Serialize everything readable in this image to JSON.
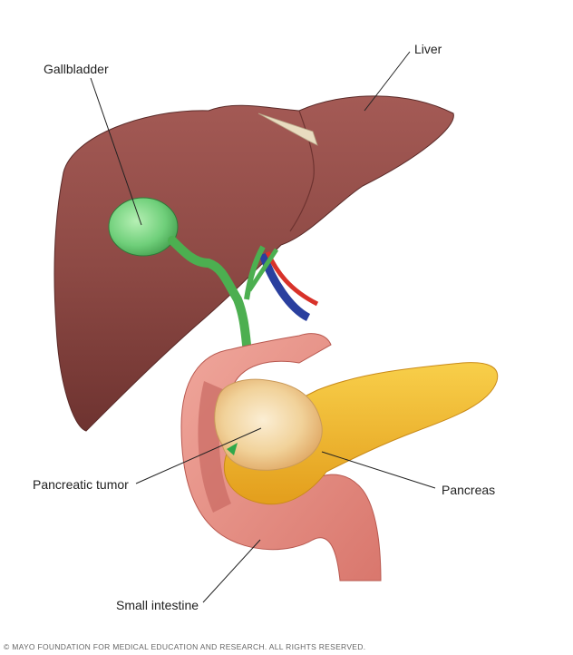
{
  "diagram": {
    "subject": "Pancreatic tumor anatomy illustration",
    "labels": {
      "gallbladder": "Gallbladder",
      "liver": "Liver",
      "pancreatic_tumor": "Pancreatic tumor",
      "pancreas": "Pancreas",
      "small_intestine": "Small intestine"
    },
    "copyright": "© MAYO FOUNDATION FOR MEDICAL EDUCATION AND RESEARCH. ALL RIGHTS RESERVED.",
    "colors": {
      "liver": "#8e4a45",
      "liver_dark": "#6e3330",
      "gallbladder": "#6fcf7a",
      "bile_duct": "#4caf50",
      "artery": "#d8322a",
      "vein": "#2a3f9e",
      "pancreas": "#f0b830",
      "tumor": "#f3d9a8",
      "intestine": "#e88f86",
      "leader_line": "#222222"
    }
  }
}
